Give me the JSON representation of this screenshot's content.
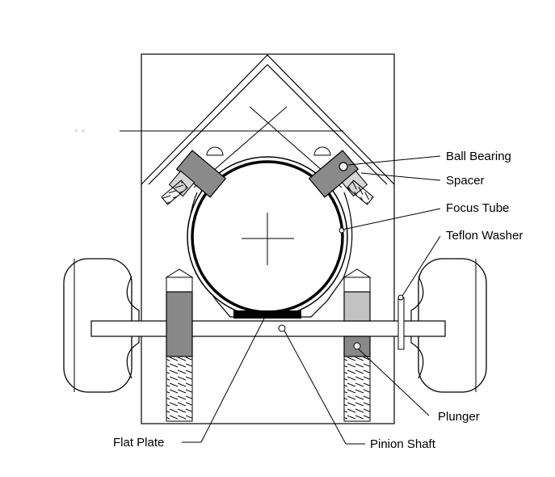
{
  "labels": {
    "ball_bearing": "Ball Bearing",
    "spacer": "Spacer",
    "focus_tube": "Focus Tube",
    "teflon_washer": "Teflon Washer",
    "plunger": "Plunger",
    "flat_plate": "Flat Plate",
    "pinion_shaft": "Pinion Shaft"
  },
  "colors": {
    "line": "#000000",
    "fill_gray": "#888888",
    "fill_light": "#cccccc",
    "background": "#ffffff"
  }
}
